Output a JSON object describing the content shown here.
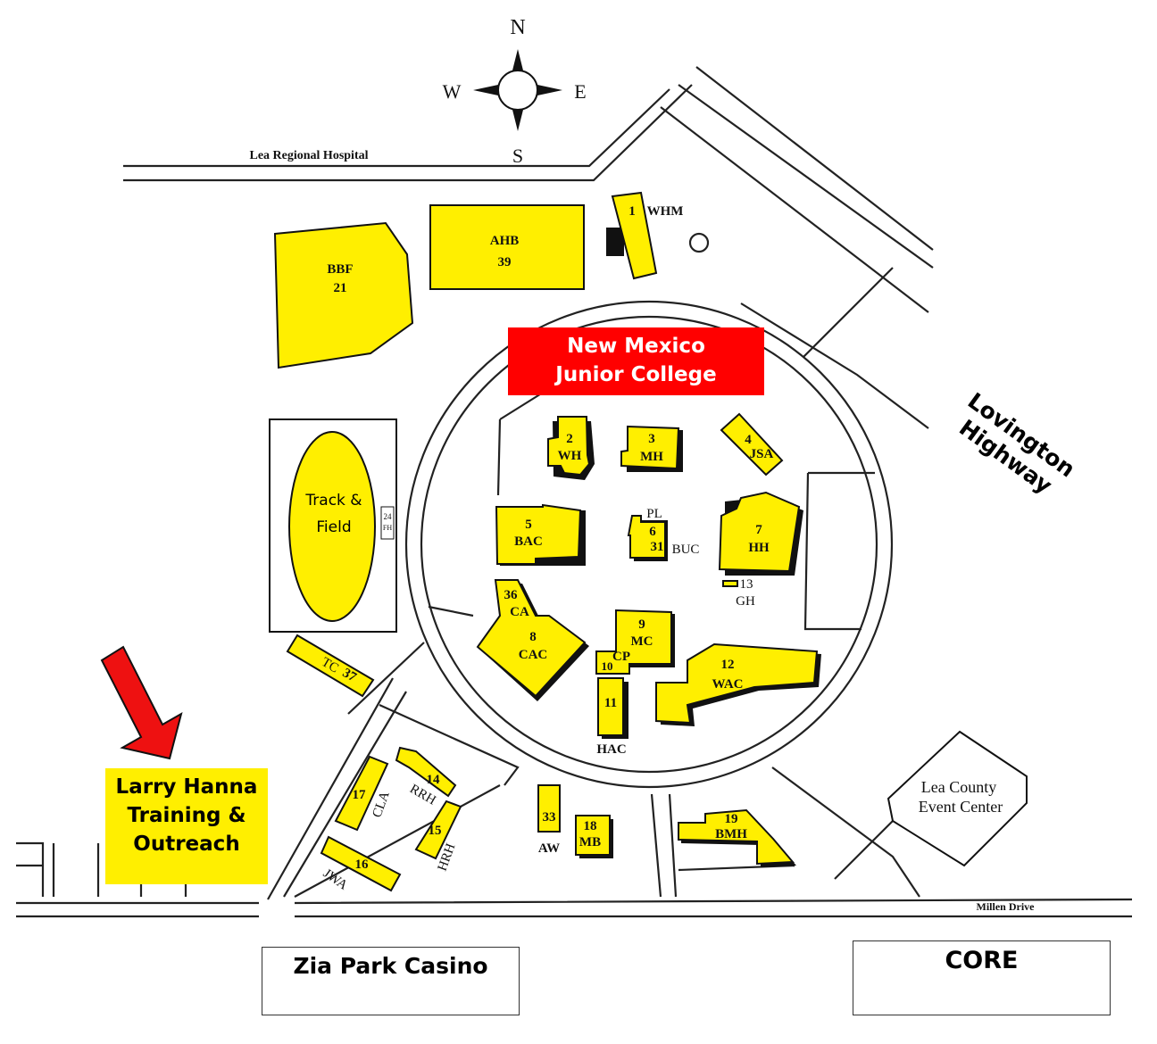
{
  "compass": {
    "n": "N",
    "s": "S",
    "e": "E",
    "w": "W"
  },
  "roads": {
    "hospital": "Lea Regional Hospital",
    "highway": [
      "Lovington",
      "Highway"
    ],
    "millen": "Millen Drive"
  },
  "title": [
    "New Mexico",
    "Junior College"
  ],
  "callout": [
    "Larry Hanna",
    "Training &",
    "Outreach"
  ],
  "landmarks": {
    "zia": "Zia Park Casino",
    "core": "CORE",
    "event_center": [
      "Lea County",
      "Event Center"
    ],
    "track": [
      "Track &",
      "Field"
    ]
  },
  "buildings": {
    "bbf": {
      "code": "BBF",
      "num": "21"
    },
    "ahb": {
      "code": "AHB",
      "num": "39"
    },
    "whm": {
      "code": "WHM",
      "num": "1"
    },
    "wh": {
      "code": "WH",
      "num": "2"
    },
    "mh": {
      "code": "MH",
      "num": "3"
    },
    "jsa": {
      "code": "JSA",
      "num": "4"
    },
    "bac": {
      "code": "BAC",
      "num": "5"
    },
    "pl": {
      "code": "PL",
      "num": "6"
    },
    "buc": {
      "code": "BUC",
      "num": "31"
    },
    "hh": {
      "code": "HH",
      "num": "7"
    },
    "gh": {
      "code": "GH",
      "num": "13"
    },
    "ca": {
      "code": "CA",
      "num": "36"
    },
    "cac": {
      "code": "CAC",
      "num": "8"
    },
    "mc": {
      "code": "MC",
      "num": "9"
    },
    "cp": {
      "code": "CP",
      "num": "10"
    },
    "hac": {
      "code": "HAC",
      "num": "11"
    },
    "wac": {
      "code": "WAC",
      "num": "12"
    },
    "fh": {
      "code": "FH",
      "num": "24"
    },
    "tc": {
      "code": "TC",
      "num": "37"
    },
    "rrh": {
      "code": "RRH",
      "num": "14"
    },
    "hrh": {
      "code": "HRH",
      "num": "15"
    },
    "cla": {
      "code": "CLA",
      "num": "17"
    },
    "jwa": {
      "code": "JWA",
      "num": "16"
    },
    "aw": {
      "code": "AW",
      "num": "33"
    },
    "mb": {
      "code": "MB",
      "num": "18"
    },
    "bmh": {
      "code": "BMH",
      "num": "19"
    }
  },
  "colors": {
    "building": "#ffef00",
    "title_bg": "#ff0000",
    "arrow": "#ee1111"
  }
}
